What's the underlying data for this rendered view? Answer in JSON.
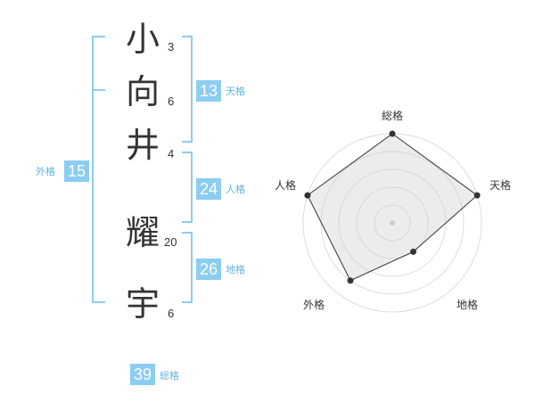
{
  "name": {
    "chars": [
      {
        "char": "小",
        "strokes": "3"
      },
      {
        "char": "向",
        "strokes": "6"
      },
      {
        "char": "井",
        "strokes": "4"
      },
      {
        "char": "耀",
        "strokes": "20"
      },
      {
        "char": "宇",
        "strokes": "6"
      }
    ]
  },
  "kakusu": {
    "tenkaku": {
      "value": "13",
      "label": "天格"
    },
    "jinkaku": {
      "value": "24",
      "label": "人格"
    },
    "chikaku": {
      "value": "26",
      "label": "地格"
    },
    "gaikaku": {
      "value": "15",
      "label": "外格"
    },
    "soukaku": {
      "value": "39",
      "label": "総格"
    }
  },
  "chart_data": {
    "type": "radar",
    "axes": [
      "総格",
      "天格",
      "地格",
      "外格",
      "人格"
    ],
    "values": [
      5,
      5,
      2,
      4,
      5
    ],
    "max": 5,
    "rings": 5
  },
  "colors": {
    "accent": "#8ccdf2",
    "accent_text": "#5ab4e6",
    "text": "#333333"
  }
}
